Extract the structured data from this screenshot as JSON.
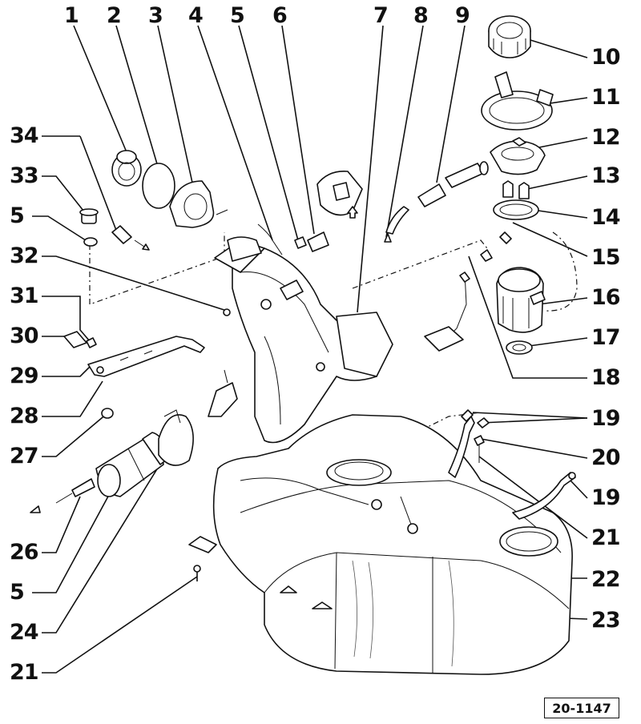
{
  "diagram_ref": "20-1147",
  "callouts": [
    {
      "id": "c1",
      "label": "1"
    },
    {
      "id": "c2",
      "label": "2"
    },
    {
      "id": "c3",
      "label": "3"
    },
    {
      "id": "c4",
      "label": "4"
    },
    {
      "id": "c5a",
      "label": "5"
    },
    {
      "id": "c6",
      "label": "6"
    },
    {
      "id": "c7",
      "label": "7"
    },
    {
      "id": "c8",
      "label": "8"
    },
    {
      "id": "c9",
      "label": "9"
    },
    {
      "id": "c10",
      "label": "10"
    },
    {
      "id": "c11",
      "label": "11"
    },
    {
      "id": "c12",
      "label": "12"
    },
    {
      "id": "c13",
      "label": "13"
    },
    {
      "id": "c14",
      "label": "14"
    },
    {
      "id": "c15",
      "label": "15"
    },
    {
      "id": "c16",
      "label": "16"
    },
    {
      "id": "c17",
      "label": "17"
    },
    {
      "id": "c18",
      "label": "18"
    },
    {
      "id": "c19a",
      "label": "19"
    },
    {
      "id": "c20",
      "label": "20"
    },
    {
      "id": "c19b",
      "label": "19"
    },
    {
      "id": "c21a",
      "label": "21"
    },
    {
      "id": "c22",
      "label": "22"
    },
    {
      "id": "c23",
      "label": "23"
    },
    {
      "id": "c34",
      "label": "34"
    },
    {
      "id": "c33",
      "label": "33"
    },
    {
      "id": "c5b",
      "label": "5"
    },
    {
      "id": "c32",
      "label": "32"
    },
    {
      "id": "c31",
      "label": "31"
    },
    {
      "id": "c30",
      "label": "30"
    },
    {
      "id": "c29",
      "label": "29"
    },
    {
      "id": "c28",
      "label": "28"
    },
    {
      "id": "c27",
      "label": "27"
    },
    {
      "id": "c26",
      "label": "26"
    },
    {
      "id": "c5c",
      "label": "5"
    },
    {
      "id": "c24",
      "label": "24"
    },
    {
      "id": "c21b",
      "label": "21"
    }
  ]
}
